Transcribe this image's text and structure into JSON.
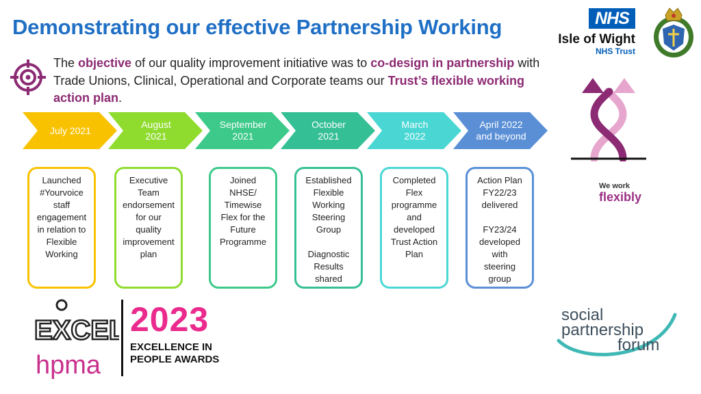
{
  "page": {
    "title": "Demonstrating our effective Partnership Working"
  },
  "org": {
    "nhs_logo": "NHS",
    "name": "Isle of Wight",
    "sub": "NHS Trust",
    "colors": {
      "nhs_blue": "#005eb8"
    }
  },
  "intro": {
    "icon": "target-icon",
    "parts": [
      {
        "text": "The ",
        "hl": false
      },
      {
        "text": "objective",
        "hl": true
      },
      {
        "text": " of our quality improvement initiative was to ",
        "hl": false
      },
      {
        "text": "co-design in partnership",
        "hl": true
      },
      {
        "text": " with Trade Unions, Clinical, Operational and Corporate teams our ",
        "hl": false
      },
      {
        "text": "Trust’s flexible working action plan",
        "hl": true
      },
      {
        "text": ".",
        "hl": false
      }
    ],
    "highlight_color": "#8c2a73"
  },
  "timeline": [
    {
      "label": [
        "July 2021"
      ],
      "color": "#f9c200",
      "card": [
        "Launched",
        "#Yourvoice",
        "staff",
        "engagement",
        "in relation to",
        "Flexible",
        "Working"
      ]
    },
    {
      "label": [
        "August",
        "2021"
      ],
      "color": "#8fdc2e",
      "card": [
        "Executive",
        "Team",
        "endorsement",
        "for our",
        "quality",
        "improvement",
        "plan"
      ]
    },
    {
      "label": [
        "September",
        "2021"
      ],
      "color": "#3cc98a",
      "card": [
        "Joined",
        "NHSE/",
        "Timewise",
        "Flex for the",
        "Future",
        "Programme"
      ]
    },
    {
      "label": [
        "October",
        "2021"
      ],
      "color": "#35bf95",
      "card": [
        "Established",
        "Flexible",
        "Working",
        "Steering",
        "Group",
        "",
        "Diagnostic",
        "Results",
        "shared"
      ]
    },
    {
      "label": [
        "March",
        "2022"
      ],
      "color": "#4ad7d4",
      "card": [
        "Completed",
        "Flex",
        "programme",
        "and",
        "developed",
        "Trust Action",
        "Plan"
      ]
    },
    {
      "label": [
        "April 2022",
        "and beyond"
      ],
      "color": "#5a8fd6",
      "card": [
        "Action Plan",
        "FY22/23",
        "delivered",
        "",
        "FY23/24",
        "developed",
        "with",
        "steering",
        "group"
      ]
    }
  ],
  "logos": {
    "we_work": "We work",
    "flexibly": "flexibly",
    "excel_word": "EXCEL",
    "hpma": "hpma",
    "award_year": "2023",
    "award_line1": "EXCELLENCE IN",
    "award_line2": "PEOPLE AWARDS",
    "spf_line1": "social",
    "spf_line2": "partnership",
    "spf_line3": "forum"
  }
}
